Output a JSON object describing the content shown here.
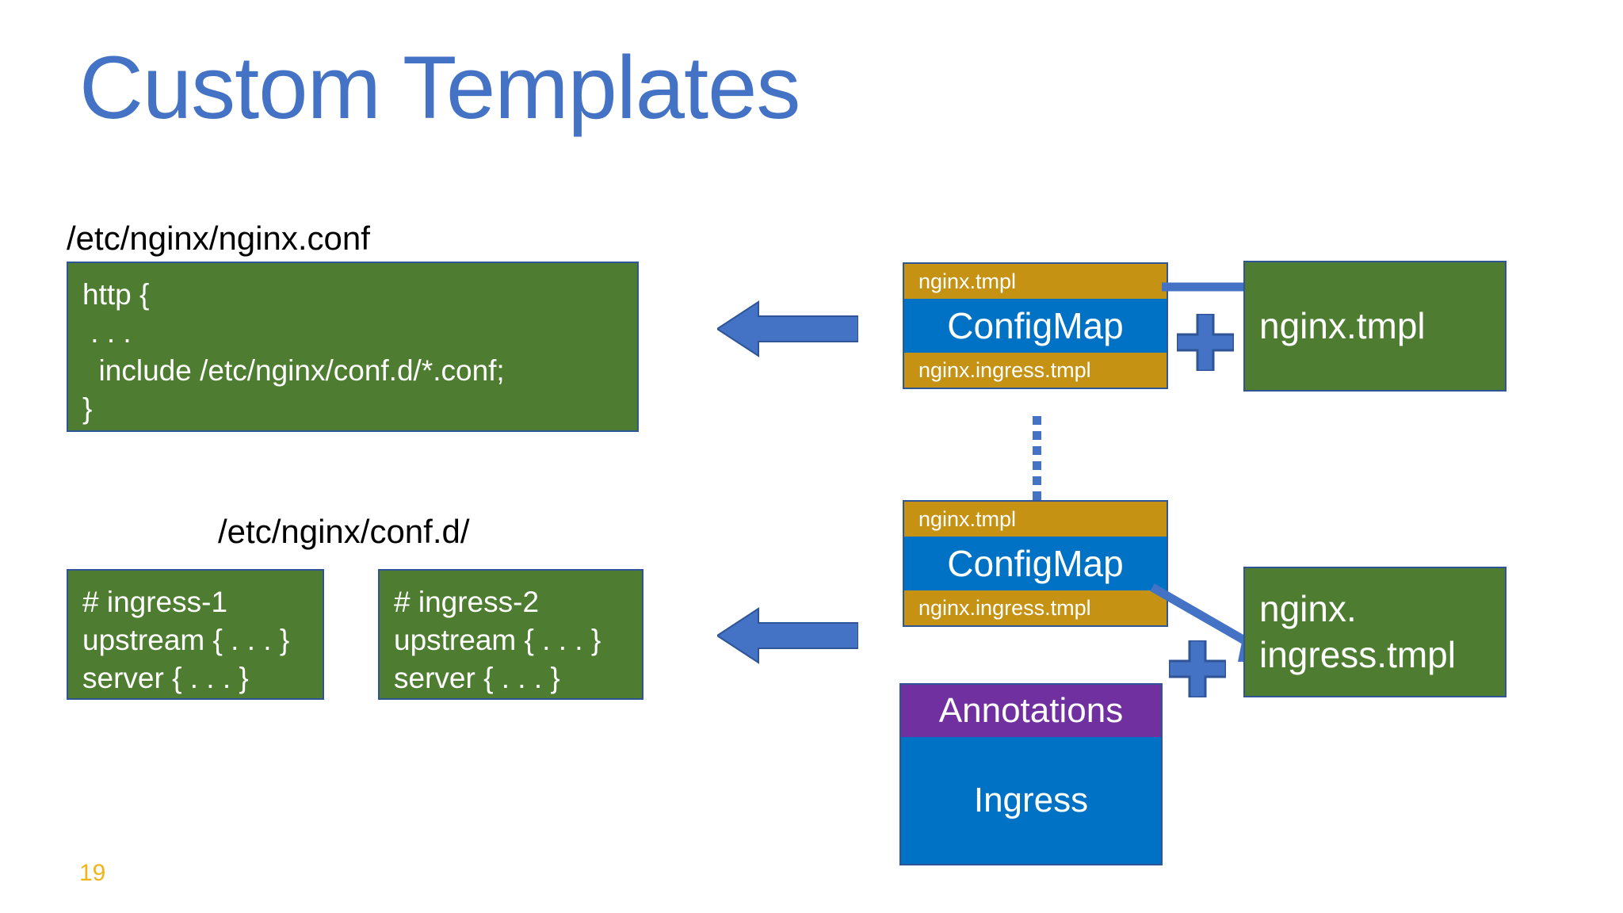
{
  "slide": {
    "title": "Custom Templates",
    "page_number": "19",
    "title_color": "#4472c4",
    "page_number_color": "#f2b417"
  },
  "labels": {
    "nginx_conf_path": "/etc/nginx/nginx.conf",
    "conf_d_path": "/etc/nginx/conf.d/"
  },
  "code_blocks": {
    "nginx_conf": "http {\n . . .\n  include /etc/nginx/conf.d/*.conf;\n}",
    "ingress_1": "# ingress-1\nupstream { . . . }\nserver { . . . }",
    "ingress_2": "# ingress-2\nupstream { . . . }\nserver { . . . }"
  },
  "templates": {
    "top_box": "nginx.tmpl",
    "bottom_box": "nginx.\ningress.tmpl",
    "green_color": "#4e7d32",
    "border_color": "#2f5597"
  },
  "configmaps": [
    {
      "top_band": "nginx.tmpl",
      "title": "ConfigMap",
      "bottom_band": "nginx.ingress.tmpl",
      "band_color": "#c69214",
      "body_color": "#0072c6"
    },
    {
      "top_band": "nginx.tmpl",
      "title": "ConfigMap",
      "bottom_band": "nginx.ingress.tmpl",
      "band_color": "#c69214",
      "body_color": "#0072c6"
    }
  ],
  "ingress": {
    "annotations_label": "Annotations",
    "body_label": "Ingress",
    "annotations_color": "#7030a0",
    "body_color": "#0072c6"
  },
  "icons": {
    "plus_top": "plus-icon",
    "plus_bottom": "plus-icon",
    "arrow_left_top": "arrow-left-block-icon",
    "arrow_left_bottom": "arrow-left-block-icon",
    "arrow_right_top": "arrow-right-icon",
    "arrow_diagonal": "arrow-down-right-icon",
    "dotted_link": "dotted-line-icon"
  },
  "colors": {
    "accent_blue": "#4472c4",
    "arrow_blue": "#4472c4",
    "arrow_border": "#2f5597"
  }
}
